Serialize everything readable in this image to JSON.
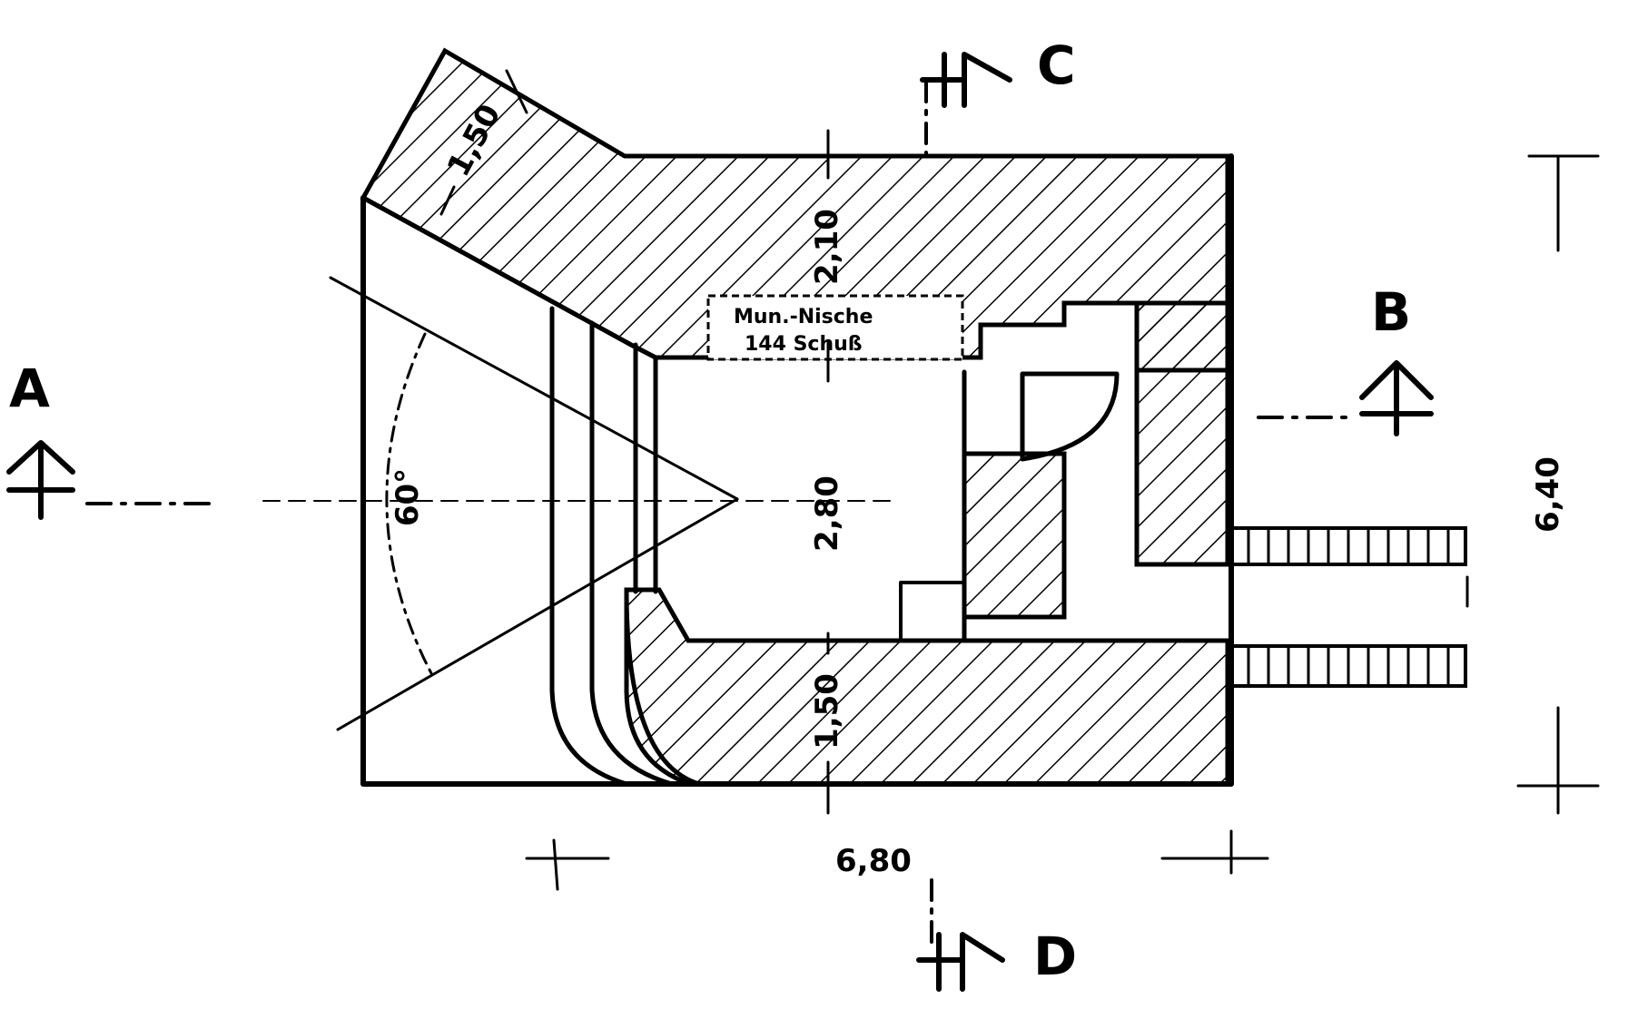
{
  "section_labels": {
    "a": "A",
    "b": "B",
    "c": "C",
    "d": "D"
  },
  "dimensions": {
    "width": "6,80",
    "depth": "6,40",
    "front_wall": "1,50",
    "top_wall": "2,10",
    "room_depth": "2,80",
    "bottom_wall": "1,50",
    "field_of_fire": "60°"
  },
  "niche": {
    "line1": "Mun.-Nische",
    "line2": "144 Schuß"
  },
  "colors": {
    "ink": "#000000",
    "paper": "#ffffff"
  }
}
